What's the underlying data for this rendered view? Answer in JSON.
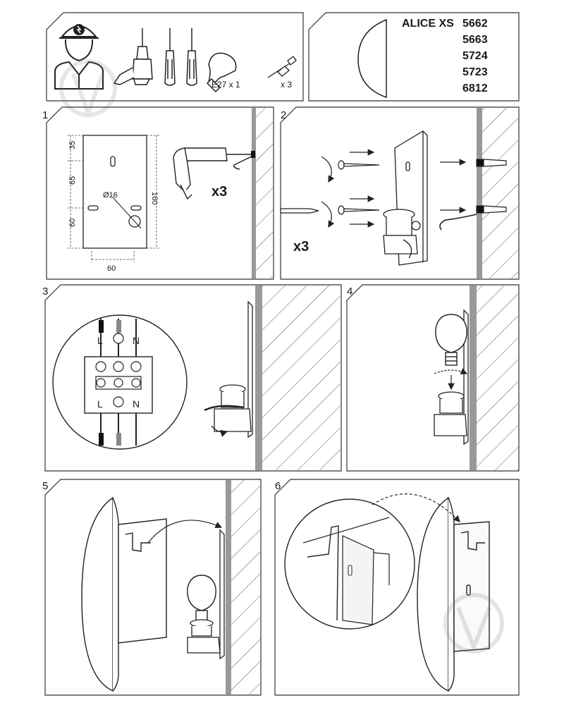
{
  "header": {
    "model_name": "ALICE XS",
    "model_codes": [
      "5662",
      "5663",
      "5724",
      "5723",
      "6812"
    ],
    "tools": {
      "bulb_label": "E27 x 1",
      "screws_label": "x 3"
    }
  },
  "steps": {
    "s1": {
      "number": "1",
      "dims": {
        "d35": "35",
        "d65": "65",
        "d60v": "60",
        "d160": "160",
        "d60h": "60",
        "diameter": "Ø16"
      },
      "multiplier": "x3"
    },
    "s2": {
      "number": "2",
      "multiplier": "x3"
    },
    "s3": {
      "number": "3",
      "terminal_labels_top": [
        "L",
        "N"
      ],
      "terminal_labels_bottom": [
        "L",
        "N"
      ]
    },
    "s4": {
      "number": "4"
    },
    "s5": {
      "number": "5"
    },
    "s6": {
      "number": "6"
    }
  }
}
